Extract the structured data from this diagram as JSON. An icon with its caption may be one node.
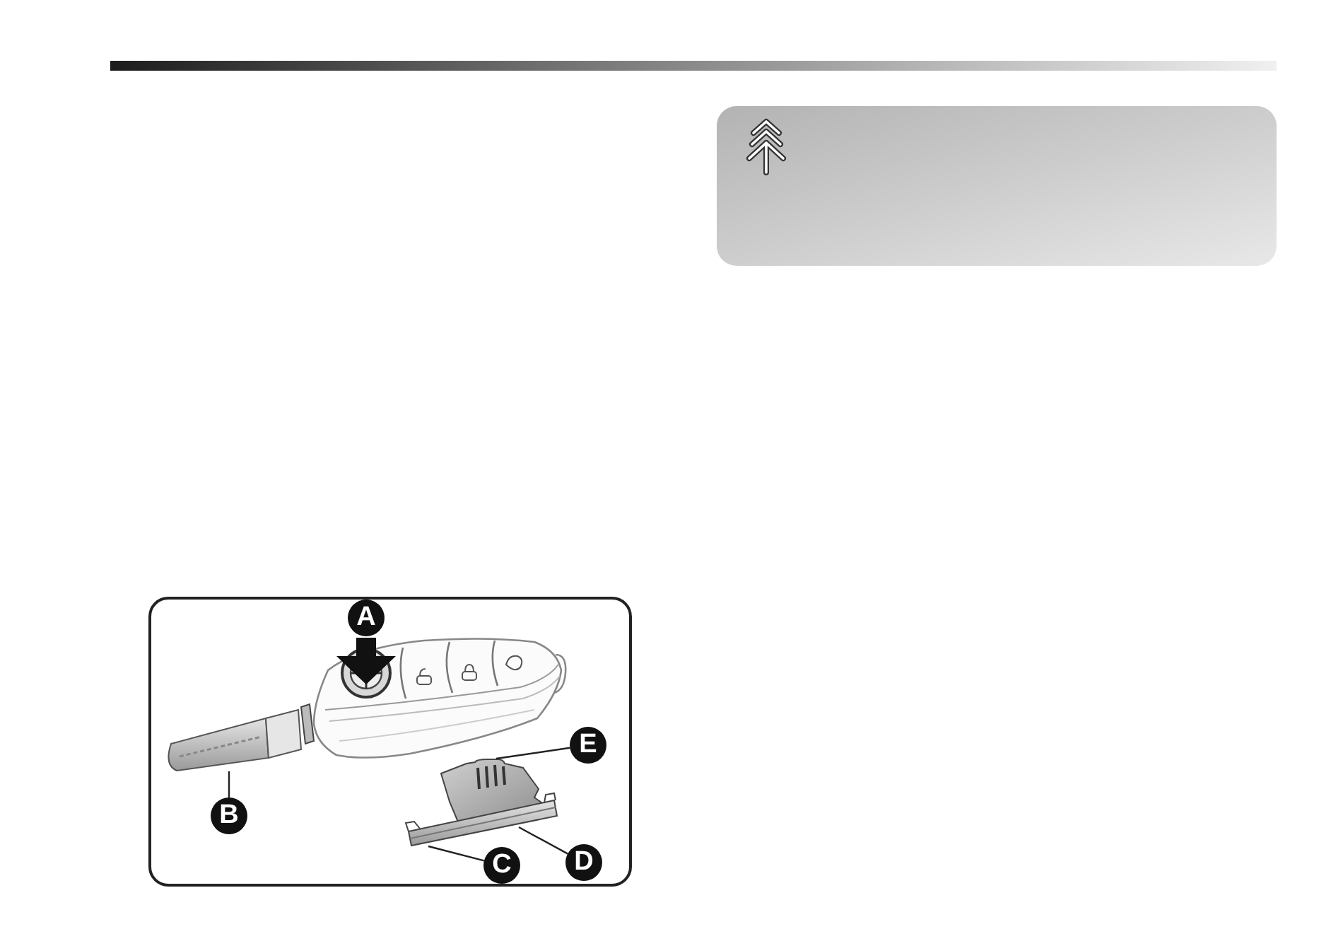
{
  "diagram": {
    "nodes": [
      {
        "text": [
          "A"
        ]
      },
      {
        "text": [
          "B"
        ]
      },
      {
        "text": [
          "C"
        ]
      },
      {
        "text": [
          "D"
        ]
      },
      {
        "text": [
          "E"
        ]
      },
      {
        "text": [],
        "shape": "picture"
      },
      {
        "text": [],
        "shape": "picture"
      }
    ],
    "edges": [
      {
        "from": 1,
        "to": 5,
        "arrow": "none"
      },
      {
        "from": 2,
        "to": 6,
        "arrow": "none"
      },
      {
        "from": 3,
        "to": 6,
        "arrow": "none"
      },
      {
        "from": 4,
        "to": 6,
        "arrow": "none"
      }
    ]
  }
}
